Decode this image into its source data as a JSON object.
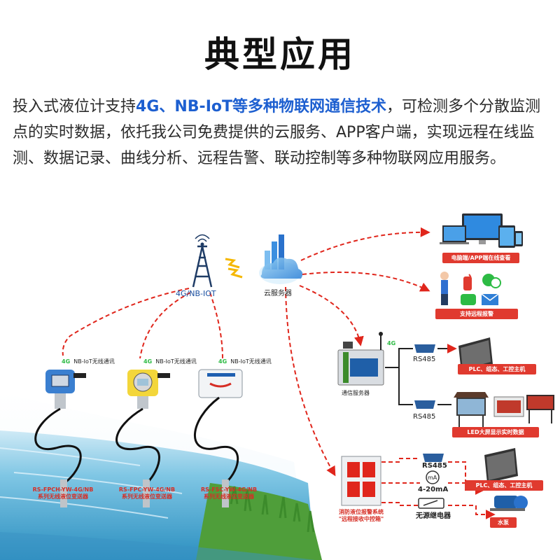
{
  "page": {
    "title": "典型应用",
    "intro": {
      "part1": "投入式液位计支持",
      "highlight": "4G、NB-IoT等多种物联网通信技术",
      "part2": "，可检测多个分散监测点的实时数据，依托我公司免费提供的云服务、APP客户端，实现远程在线监测、数据记录、曲线分析、远程告警、联动控制等多种物联网应用服务。"
    }
  },
  "diagram": {
    "tower_label": "4G/NB-IOT",
    "cloud_label": "云服务器",
    "devices": [
      {
        "badge": "NB-IoT无线通讯",
        "badge_sup": "4G",
        "model": "RS-FPCH-YW-4G/NB",
        "desc": "系列无线液位变送器"
      },
      {
        "badge": "NB-IoT无线通讯",
        "badge_sup": "4G",
        "model": "RS-FPC-YW-4G/NB",
        "desc": "系列无线液位变送器"
      },
      {
        "badge": "NB-IoT无线通讯",
        "badge_sup": "4G",
        "model": "RS-FSC-YW-4G/NB",
        "desc": "系列无线液位变送器"
      }
    ],
    "pc_app_tag": "电脑端/APP端在线查看",
    "alarm_tag": "支持远程报警",
    "server_sup": "4G",
    "server_label": "通信服务器",
    "rs485_a": "RS485",
    "rs485_b": "RS485",
    "rs485_c": "RS485",
    "plc_tag_a": "PLC、组态、工控主机",
    "led_tag": "LED大屏显示实时数据",
    "fire_box_line1": "消防液位报警系统",
    "fire_box_line2": "\"远程接收中控箱\"",
    "ma_symbol": "mA",
    "ma_label": "4-20mA",
    "relay_label": "无源继电器",
    "plc_tag_b": "PLC、组态、工控主机",
    "pump_tag": "水泵"
  },
  "colors": {
    "accent_blue": "#1d5fd0",
    "tag_red": "#e03a2f",
    "dashed_red": "#e0261c",
    "water": "#5fb6d8",
    "grass": "#5aa53c"
  }
}
